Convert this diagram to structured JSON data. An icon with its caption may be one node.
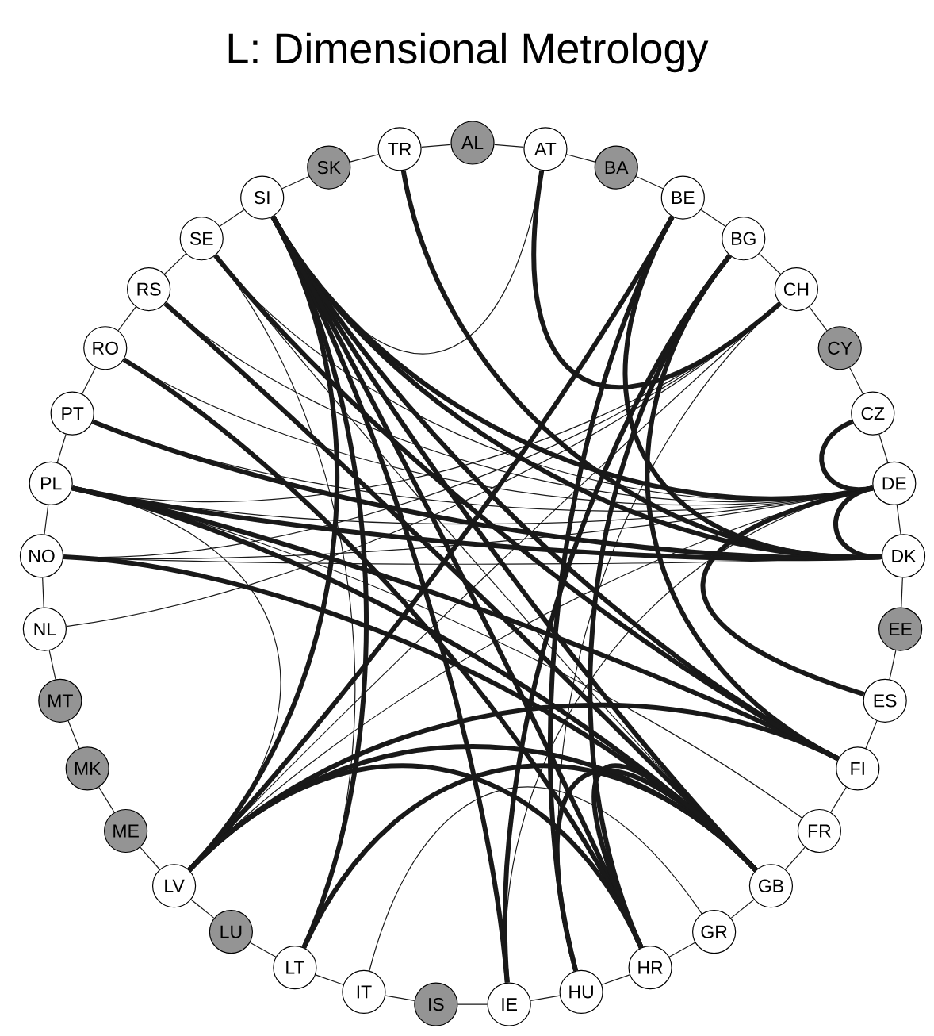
{
  "diagram": {
    "title": "L: Dimensional Metrology",
    "nodes": [
      {
        "text": [
          "AL"
        ]
      },
      {
        "text": [
          "AT"
        ]
      },
      {
        "text": [
          "BA"
        ]
      },
      {
        "text": [
          "BE"
        ]
      },
      {
        "text": [
          "BG"
        ]
      },
      {
        "text": [
          "CH"
        ]
      },
      {
        "text": [
          "CY"
        ]
      },
      {
        "text": [
          "CZ"
        ]
      },
      {
        "text": [
          "DE"
        ]
      },
      {
        "text": [
          "DK"
        ]
      },
      {
        "text": [
          "EE"
        ]
      },
      {
        "text": [
          "ES"
        ]
      },
      {
        "text": [
          "FI"
        ]
      },
      {
        "text": [
          "FR"
        ]
      },
      {
        "text": [
          "GB"
        ]
      },
      {
        "text": [
          "GR"
        ]
      },
      {
        "text": [
          "HR"
        ]
      },
      {
        "text": [
          "HU"
        ]
      },
      {
        "text": [
          "IE"
        ]
      },
      {
        "text": [
          "IS"
        ]
      },
      {
        "text": [
          "IT"
        ]
      },
      {
        "text": [
          "LT"
        ]
      },
      {
        "text": [
          "LU"
        ]
      },
      {
        "text": [
          "LV"
        ]
      },
      {
        "text": [
          "ME"
        ]
      },
      {
        "text": [
          "MK"
        ]
      },
      {
        "text": [
          "MT"
        ]
      },
      {
        "text": [
          "NL"
        ]
      },
      {
        "text": [
          "NO"
        ]
      },
      {
        "text": [
          "PL"
        ]
      },
      {
        "text": [
          "PT"
        ]
      },
      {
        "text": [
          "RO"
        ]
      },
      {
        "text": [
          "RS"
        ]
      },
      {
        "text": [
          "SE"
        ]
      },
      {
        "text": [
          "SI"
        ]
      },
      {
        "text": [
          "SK"
        ]
      },
      {
        "text": [
          "TR"
        ]
      }
    ],
    "edges": [
      {
        "from": 0,
        "to": 1,
        "arrow": "none"
      },
      {
        "from": 1,
        "to": 2,
        "arrow": "none"
      },
      {
        "from": 2,
        "to": 3,
        "arrow": "none"
      },
      {
        "from": 3,
        "to": 4,
        "arrow": "none"
      },
      {
        "from": 4,
        "to": 5,
        "arrow": "none"
      },
      {
        "from": 5,
        "to": 6,
        "arrow": "none"
      },
      {
        "from": 6,
        "to": 7,
        "arrow": "none"
      },
      {
        "from": 7,
        "to": 8,
        "arrow": "none"
      },
      {
        "from": 8,
        "to": 9,
        "arrow": "none"
      },
      {
        "from": 9,
        "to": 10,
        "arrow": "none"
      },
      {
        "from": 10,
        "to": 11,
        "arrow": "none"
      },
      {
        "from": 11,
        "to": 12,
        "arrow": "none"
      },
      {
        "from": 12,
        "to": 13,
        "arrow": "none"
      },
      {
        "from": 13,
        "to": 14,
        "arrow": "none"
      },
      {
        "from": 14,
        "to": 15,
        "arrow": "none"
      },
      {
        "from": 15,
        "to": 16,
        "arrow": "none"
      },
      {
        "from": 16,
        "to": 17,
        "arrow": "none"
      },
      {
        "from": 17,
        "to": 18,
        "arrow": "none"
      },
      {
        "from": 18,
        "to": 19,
        "arrow": "none"
      },
      {
        "from": 19,
        "to": 20,
        "arrow": "none"
      },
      {
        "from": 20,
        "to": 21,
        "arrow": "none"
      },
      {
        "from": 21,
        "to": 22,
        "arrow": "none"
      },
      {
        "from": 22,
        "to": 23,
        "arrow": "none"
      },
      {
        "from": 23,
        "to": 24,
        "arrow": "none"
      },
      {
        "from": 24,
        "to": 25,
        "arrow": "none"
      },
      {
        "from": 25,
        "to": 26,
        "arrow": "none"
      },
      {
        "from": 26,
        "to": 27,
        "arrow": "none"
      },
      {
        "from": 27,
        "to": 28,
        "arrow": "none"
      },
      {
        "from": 28,
        "to": 29,
        "arrow": "none"
      },
      {
        "from": 29,
        "to": 30,
        "arrow": "none"
      },
      {
        "from": 30,
        "to": 31,
        "arrow": "none"
      },
      {
        "from": 31,
        "to": 32,
        "arrow": "none"
      },
      {
        "from": 32,
        "to": 33,
        "arrow": "none"
      },
      {
        "from": 33,
        "to": 34,
        "arrow": "none"
      },
      {
        "from": 34,
        "to": 35,
        "arrow": "none"
      },
      {
        "from": 35,
        "to": 36,
        "arrow": "none"
      },
      {
        "from": 36,
        "to": 0,
        "arrow": "none"
      },
      {
        "from": 34,
        "to": 23,
        "arrow": "none",
        "style": "thick"
      },
      {
        "from": 34,
        "to": 21,
        "arrow": "none",
        "style": "thick"
      },
      {
        "from": 34,
        "to": 18,
        "arrow": "none",
        "style": "thick"
      },
      {
        "from": 34,
        "to": 8,
        "arrow": "none",
        "style": "thick"
      },
      {
        "from": 34,
        "to": 9,
        "arrow": "none",
        "style": "thick"
      },
      {
        "from": 34,
        "to": 14,
        "arrow": "none",
        "style": "thick"
      },
      {
        "from": 34,
        "to": 12,
        "arrow": "none",
        "style": "thick"
      },
      {
        "from": 34,
        "to": 16,
        "arrow": "none",
        "style": "thick"
      },
      {
        "from": 34,
        "to": 1,
        "arrow": "none"
      },
      {
        "from": 36,
        "to": 9,
        "arrow": "none",
        "style": "thick"
      },
      {
        "from": 1,
        "to": 5,
        "arrow": "none",
        "style": "thick"
      },
      {
        "from": 3,
        "to": 23,
        "arrow": "none",
        "style": "thick"
      },
      {
        "from": 3,
        "to": 17,
        "arrow": "none",
        "style": "thick"
      },
      {
        "from": 3,
        "to": 9,
        "arrow": "none",
        "style": "thick"
      },
      {
        "from": 4,
        "to": 18,
        "arrow": "none",
        "style": "thick"
      },
      {
        "from": 4,
        "to": 16,
        "arrow": "none",
        "style": "thick"
      },
      {
        "from": 4,
        "to": 12,
        "arrow": "none",
        "style": "thick"
      },
      {
        "from": 5,
        "to": 29,
        "arrow": "none"
      },
      {
        "from": 5,
        "to": 28,
        "arrow": "none"
      },
      {
        "from": 5,
        "to": 23,
        "arrow": "none"
      },
      {
        "from": 5,
        "to": 17,
        "arrow": "none"
      },
      {
        "from": 5,
        "to": 27,
        "arrow": "none"
      },
      {
        "from": 8,
        "to": 7,
        "arrow": "none",
        "style": "thick"
      },
      {
        "from": 8,
        "to": 9,
        "arrow": "none",
        "style": "thick"
      },
      {
        "from": 8,
        "to": 11,
        "arrow": "none",
        "style": "thick"
      },
      {
        "from": 8,
        "to": 33,
        "arrow": "none"
      },
      {
        "from": 8,
        "to": 32,
        "arrow": "none"
      },
      {
        "from": 8,
        "to": 31,
        "arrow": "none"
      },
      {
        "from": 8,
        "to": 30,
        "arrow": "none"
      },
      {
        "from": 8,
        "to": 29,
        "arrow": "none"
      },
      {
        "from": 8,
        "to": 28,
        "arrow": "none"
      },
      {
        "from": 8,
        "to": 23,
        "arrow": "none"
      },
      {
        "from": 8,
        "to": 18,
        "arrow": "none"
      },
      {
        "from": 32,
        "to": 14,
        "arrow": "none",
        "style": "thick"
      },
      {
        "from": 31,
        "to": 16,
        "arrow": "none",
        "style": "thick"
      },
      {
        "from": 30,
        "to": 9,
        "arrow": "none",
        "style": "thick"
      },
      {
        "from": 29,
        "to": 9,
        "arrow": "none",
        "style": "thick"
      },
      {
        "from": 29,
        "to": 12,
        "arrow": "none",
        "style": "thick"
      },
      {
        "from": 29,
        "to": 14,
        "arrow": "none",
        "style": "thick"
      },
      {
        "from": 29,
        "to": 23,
        "arrow": "none"
      },
      {
        "from": 29,
        "to": 13,
        "arrow": "none"
      },
      {
        "from": 28,
        "to": 14,
        "arrow": "none",
        "style": "thick"
      },
      {
        "from": 28,
        "to": 9,
        "arrow": "none"
      },
      {
        "from": 33,
        "to": 21,
        "arrow": "none"
      },
      {
        "from": 33,
        "to": 12,
        "arrow": "none",
        "style": "thick"
      },
      {
        "from": 33,
        "to": 14,
        "arrow": "none"
      },
      {
        "from": 23,
        "to": 14,
        "arrow": "none",
        "style": "thick"
      },
      {
        "from": 23,
        "to": 12,
        "arrow": "none",
        "style": "thick"
      },
      {
        "from": 23,
        "to": 16,
        "arrow": "none",
        "style": "thick"
      },
      {
        "from": 21,
        "to": 14,
        "arrow": "none",
        "style": "thick"
      },
      {
        "from": 20,
        "to": 15,
        "arrow": "none"
      },
      {
        "from": 17,
        "to": 14,
        "arrow": "none",
        "style": "thick"
      },
      {
        "from": 16,
        "to": 14,
        "arrow": "none",
        "style": "thick"
      }
    ]
  }
}
